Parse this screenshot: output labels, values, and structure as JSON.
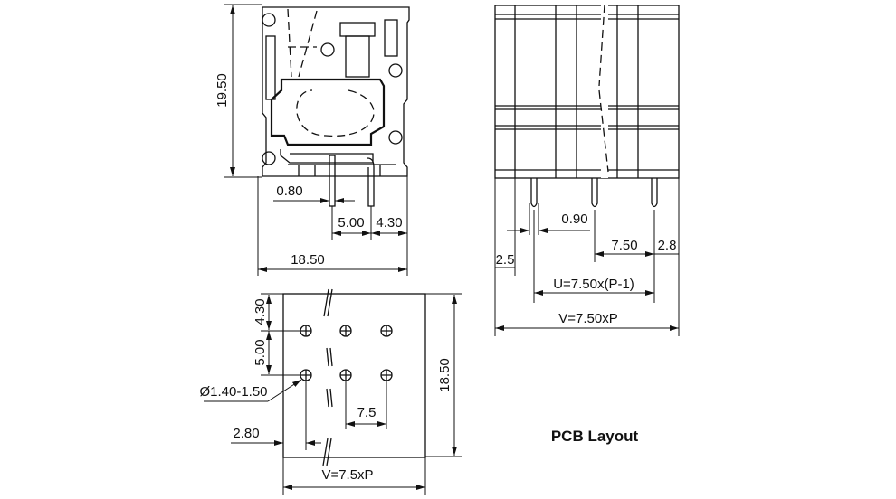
{
  "side_view": {
    "height_dim": "19.50",
    "pin_width_dim": "0.80",
    "pin_pitch_dim": "5.00",
    "pin_edge_dim": "4.30",
    "width_dim": "18.50"
  },
  "front_view": {
    "pin_thickness_dim": "0.90",
    "edge_dim_left": "2.5",
    "pitch_dim": "7.50",
    "edge_dim_right": "2.8",
    "u_formula": "U=7.50x(P-1)",
    "v_formula": "V=7.50xP"
  },
  "pcb_layout": {
    "title": "PCB Layout",
    "row_offset_dim": "4.30",
    "row_spacing_dim": "5.00",
    "depth_dim": "18.50",
    "hole_diameter": "Ø1.40-1.50",
    "pitch_dim": "7.5",
    "edge_dim": "2.80",
    "v_formula": "V=7.5xP"
  }
}
